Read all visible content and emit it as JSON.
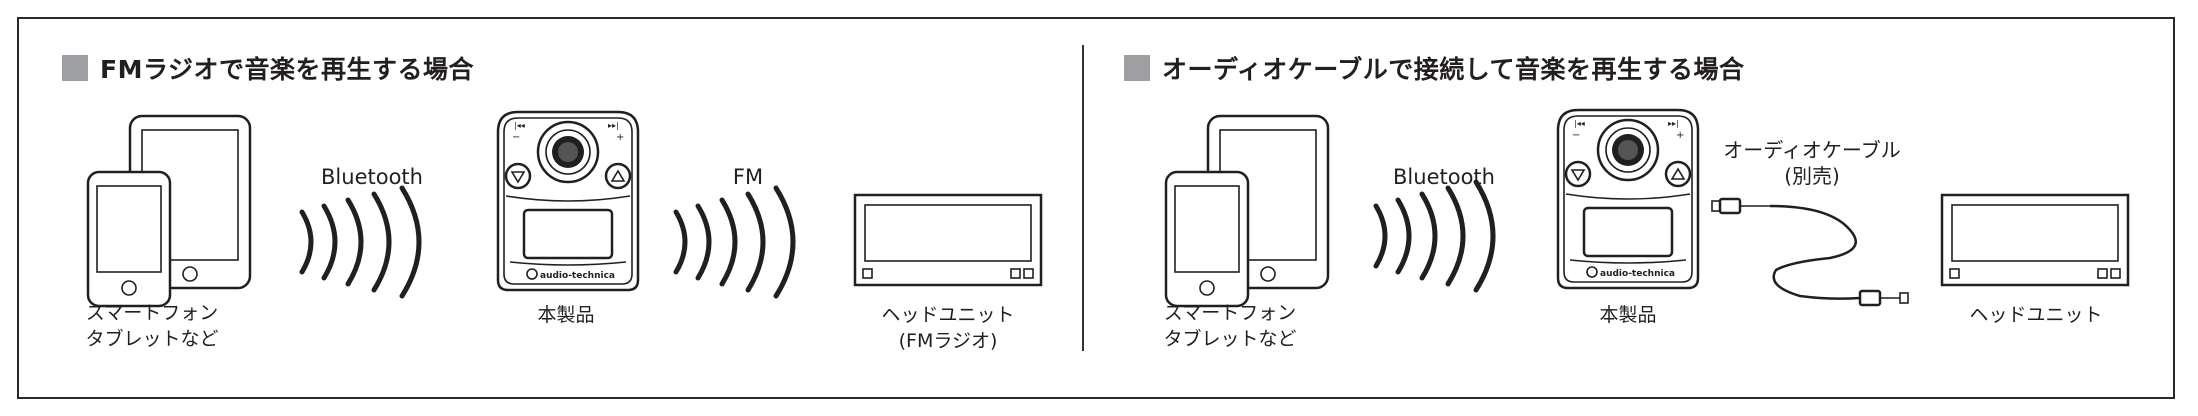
{
  "left_panel": {
    "title": "FMラジオで音楽を再生する場合",
    "source_label": [
      "スマートフォン",
      "タブレットなど"
    ],
    "link1_label": "Bluetooth",
    "device_label": "本製品",
    "link2_label": "FM",
    "sink_label": [
      "ヘッドユニット",
      "(FMラジオ)"
    ]
  },
  "right_panel": {
    "title": "オーディオケーブルで接続して音楽を再生する場合",
    "source_label": [
      "スマートフォン",
      "タブレットなど"
    ],
    "link1_label": "Bluetooth",
    "device_label": "本製品",
    "cable_label": [
      "オーディオケーブル",
      "(別売)"
    ],
    "sink_label": [
      "ヘッドユニット"
    ]
  },
  "device_brand": "audio-technica",
  "icons": [
    "smartphone-icon",
    "tablet-icon",
    "wireless-signal-icon",
    "transmitter-icon",
    "head-unit-icon",
    "audio-cable-icon"
  ]
}
